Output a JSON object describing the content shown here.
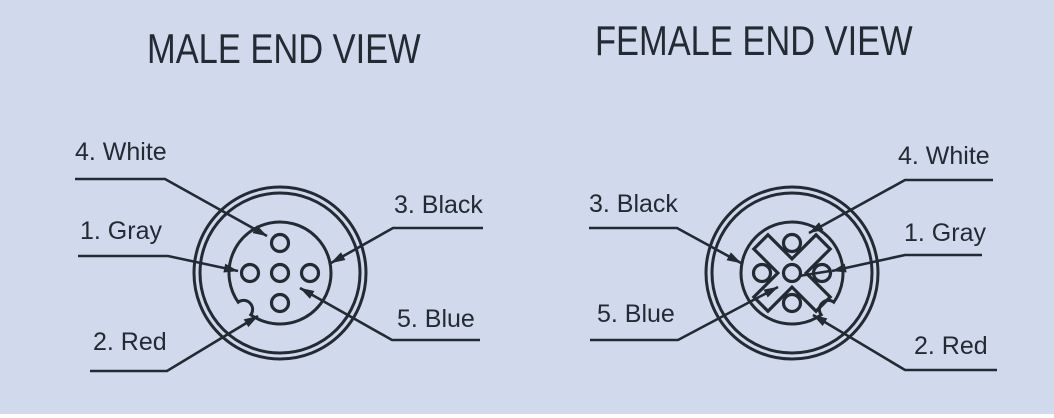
{
  "diagram": {
    "type": "connector-pinout-end-views",
    "background_color": "#d0daec",
    "line_color": "#242a33",
    "panels": [
      {
        "id": "male",
        "title": "MALE END VIEW",
        "notch_position": "bottom-left",
        "pins": [
          {
            "label": "4. White",
            "pin_number": "4",
            "wire_color": "White",
            "pin_position": "top",
            "label_side": "top-left"
          },
          {
            "label": "1. Gray",
            "pin_number": "1",
            "wire_color": "Gray",
            "pin_position": "left",
            "label_side": "left"
          },
          {
            "label": "2. Red",
            "pin_number": "2",
            "wire_color": "Red",
            "pin_position": "bottom",
            "label_side": "bottom-left"
          },
          {
            "label": "3. Black",
            "pin_number": "3",
            "wire_color": "Black",
            "pin_position": "right",
            "label_side": "top-right"
          },
          {
            "label": "5. Blue",
            "pin_number": "5",
            "wire_color": "Blue",
            "pin_position": "center",
            "label_side": "bottom-right"
          }
        ]
      },
      {
        "id": "female",
        "title": "FEMALE END VIEW",
        "notch_position": "bottom-right",
        "key_cross": "x-shaped keyway cross",
        "pins": [
          {
            "label": "3. Black",
            "pin_number": "3",
            "wire_color": "Black",
            "pin_position": "left",
            "label_side": "top-left"
          },
          {
            "label": "5. Blue",
            "pin_number": "5",
            "wire_color": "Blue",
            "pin_position": "center",
            "label_side": "bottom-left"
          },
          {
            "label": "4. White",
            "pin_number": "4",
            "wire_color": "White",
            "pin_position": "top",
            "label_side": "top-right"
          },
          {
            "label": "1. Gray",
            "pin_number": "1",
            "wire_color": "Gray",
            "pin_position": "right",
            "label_side": "right"
          },
          {
            "label": "2. Red",
            "pin_number": "2",
            "wire_color": "Red",
            "pin_position": "bottom",
            "label_side": "bottom-right"
          }
        ]
      }
    ]
  }
}
